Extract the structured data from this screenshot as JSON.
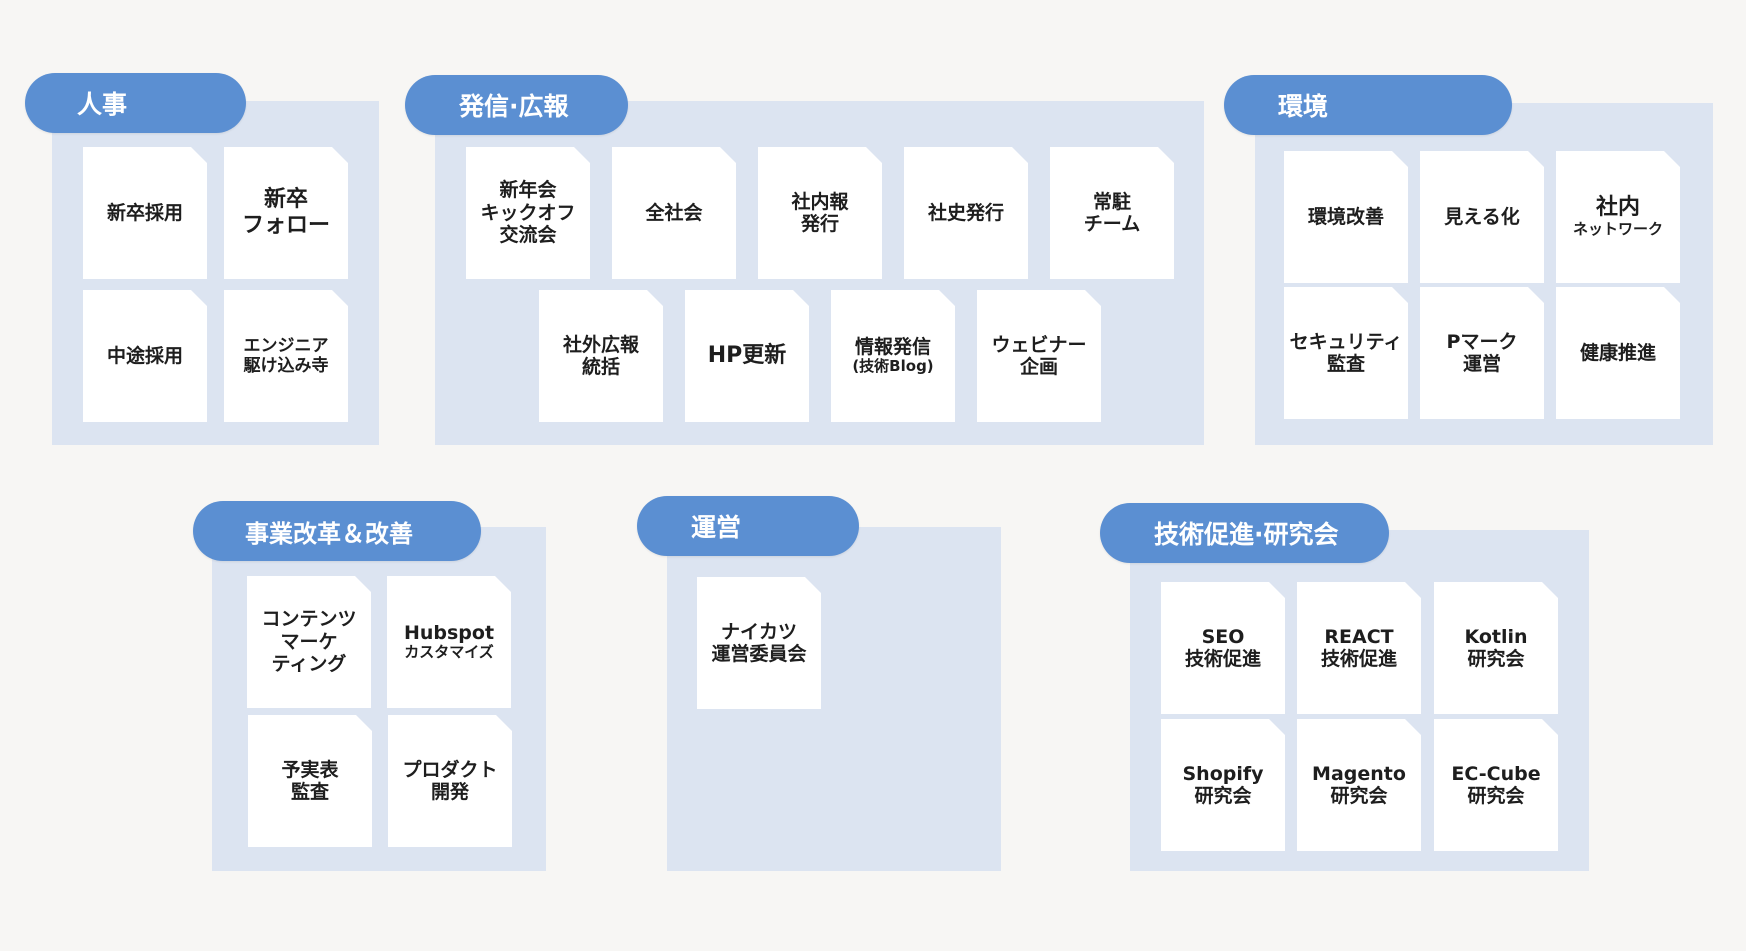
{
  "groups": [
    {
      "title": "人事",
      "notes": [
        {
          "lines": [
            "新卒採用"
          ]
        },
        {
          "lines": [
            "新卒",
            "フォロー"
          ]
        },
        {
          "lines": [
            "中途採用"
          ]
        },
        {
          "lines": [
            "エンジニア",
            "駆け込み寺"
          ]
        }
      ]
    },
    {
      "title": "発信·広報",
      "notes": [
        {
          "lines": [
            "新年会",
            "キックオフ",
            "交流会"
          ]
        },
        {
          "lines": [
            "全社会"
          ]
        },
        {
          "lines": [
            "社内報",
            "発行"
          ]
        },
        {
          "lines": [
            "社史発行"
          ]
        },
        {
          "lines": [
            "常駐",
            "チーム"
          ]
        },
        {
          "lines": [
            "社外広報",
            "統括"
          ]
        },
        {
          "lines": [
            "HP更新"
          ]
        },
        {
          "lines": [
            "情報発信",
            "(技術Blog)"
          ]
        },
        {
          "lines": [
            "ウェビナー",
            "企画"
          ]
        }
      ]
    },
    {
      "title": "環境",
      "notes": [
        {
          "lines": [
            "環境改善"
          ]
        },
        {
          "lines": [
            "見える化"
          ]
        },
        {
          "lines": [
            "社内",
            "ネットワーク"
          ]
        },
        {
          "lines": [
            "セキュリティ",
            "監査"
          ]
        },
        {
          "lines": [
            "Pマーク",
            "運営"
          ]
        },
        {
          "lines": [
            "健康推進"
          ]
        }
      ]
    },
    {
      "title": "事業改革＆改善",
      "notes": [
        {
          "lines": [
            "コンテンツ",
            "マーケ",
            "ティング"
          ]
        },
        {
          "lines": [
            "Hubspot",
            "カスタマイズ"
          ]
        },
        {
          "lines": [
            "予実表",
            "監査"
          ]
        },
        {
          "lines": [
            "プロダクト",
            "開発"
          ]
        }
      ]
    },
    {
      "title": "運営",
      "notes": [
        {
          "lines": [
            "ナイカツ",
            "運営委員会"
          ]
        }
      ]
    },
    {
      "title": "技術促進·研究会",
      "notes": [
        {
          "lines": [
            "SEO",
            "技術促進"
          ]
        },
        {
          "lines": [
            "REACT",
            "技術促進"
          ]
        },
        {
          "lines": [
            "Kotlin",
            "研究会"
          ]
        },
        {
          "lines": [
            "Shopify",
            "研究会"
          ]
        },
        {
          "lines": [
            "Magento",
            "研究会"
          ]
        },
        {
          "lines": [
            "EC-Cube",
            "研究会"
          ]
        }
      ]
    }
  ]
}
